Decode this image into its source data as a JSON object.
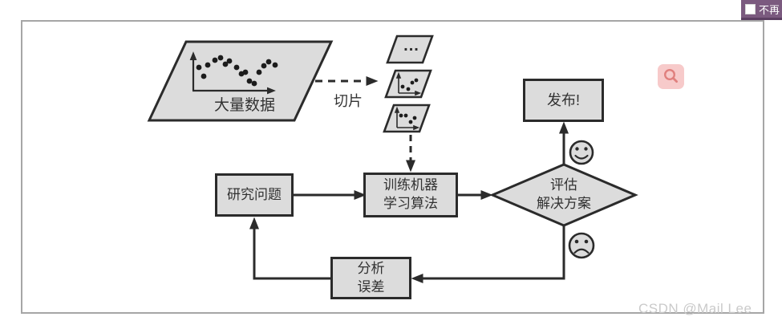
{
  "overlay": {
    "badge": {
      "label": "不再",
      "bg_color": "#7b5a7f",
      "shadow_color": "#5c3f62"
    },
    "zoom_button": {
      "icon": "magnifier-icon",
      "bg_color": "#f7caca",
      "icon_color": "#e0807e"
    }
  },
  "watermark": {
    "text": "CSDN @Mail Lee",
    "color": "#cacaca"
  },
  "diagram": {
    "colors": {
      "shape_fill": "#dcdcdc",
      "shape_stroke": "#2b2b2b",
      "frame_border": "#a6a6a6"
    },
    "big_data_label": "大量数据",
    "slice_label": "切片",
    "ellipsis": "...",
    "research_label": "研究问题",
    "train_line1": "训练机器",
    "train_line2": "学习算法",
    "evaluate_line1": "评估",
    "evaluate_line2": "解决方案",
    "release_label": "发布!",
    "analyze_line1": "分析",
    "analyze_line2": "误差"
  }
}
